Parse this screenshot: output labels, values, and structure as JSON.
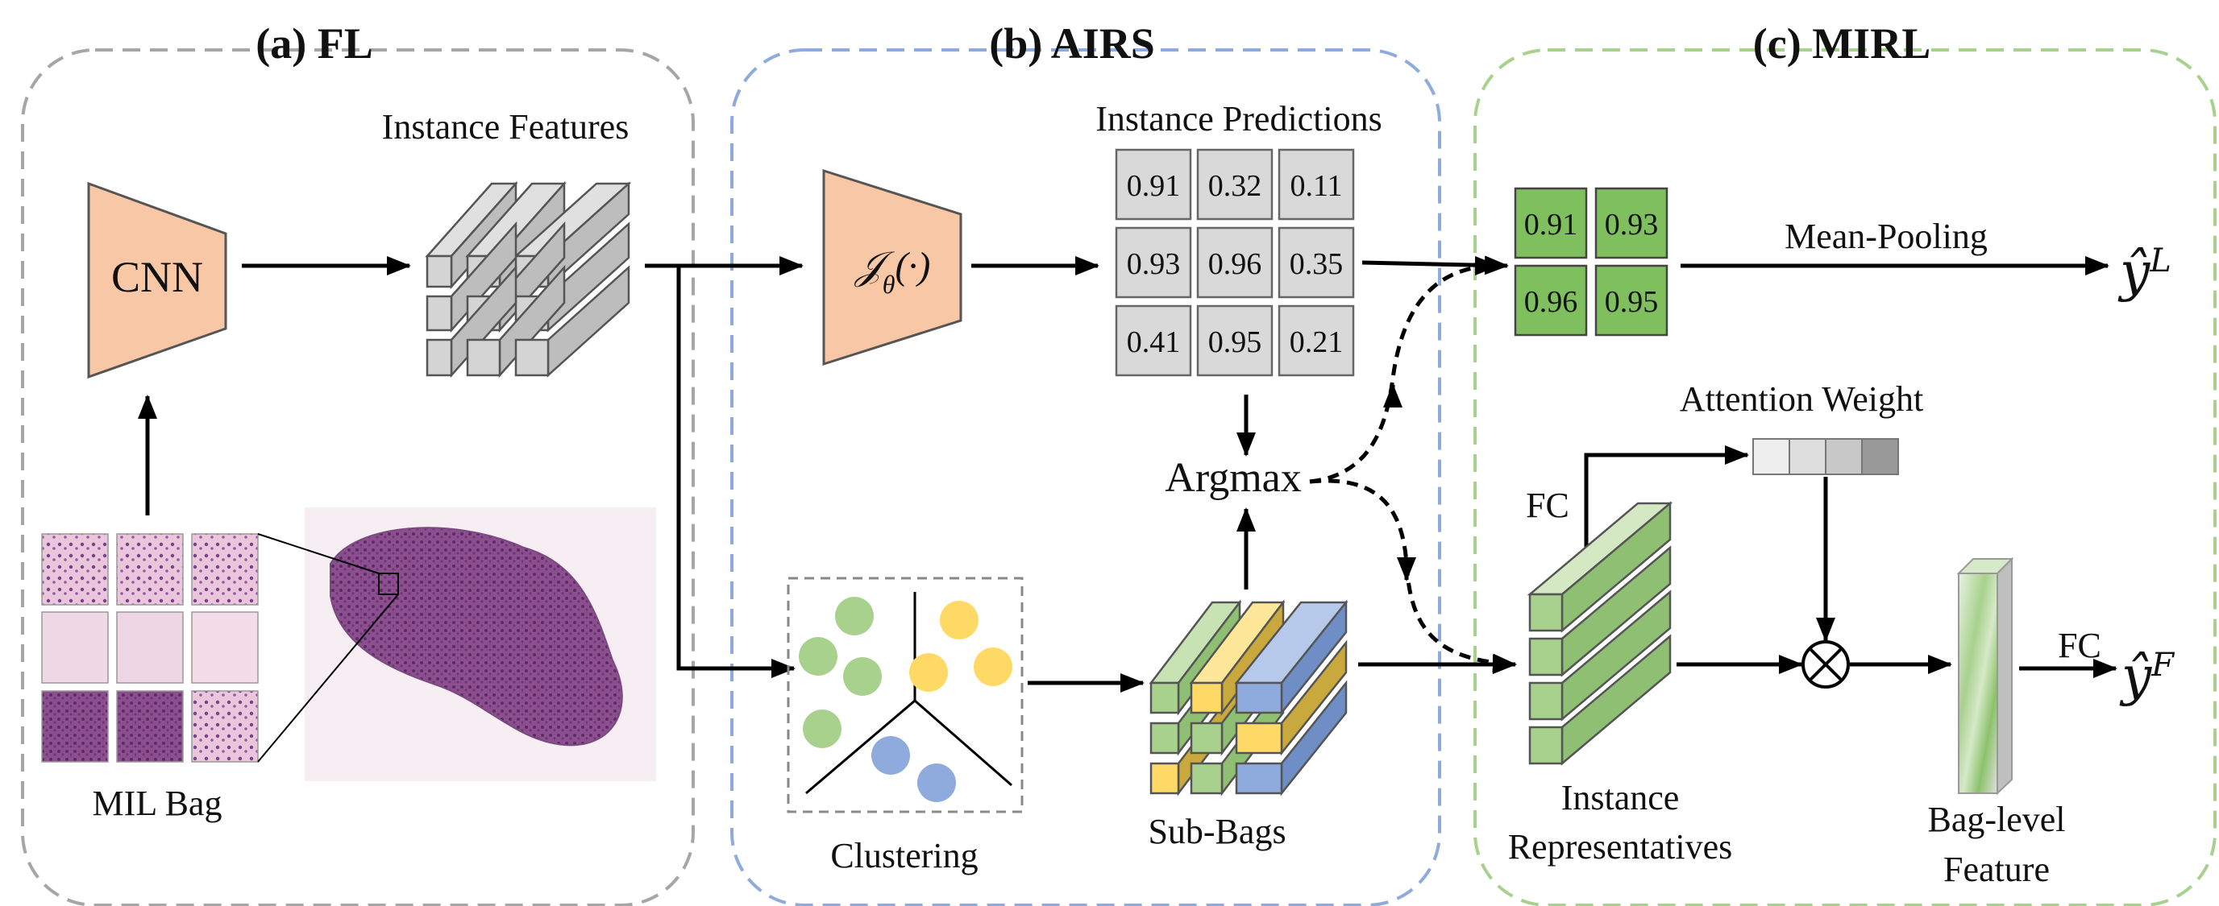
{
  "sections": {
    "fl_title": "(a) FL",
    "airs_title": "(b) AIRS",
    "mirl_title": "(c) MIRL"
  },
  "fl": {
    "instance_features": "Instance Features",
    "cnn": "CNN",
    "mil_bag": "MIL Bag"
  },
  "airs": {
    "instance_predictions": "Instance Predictions",
    "predictions": [
      [
        "0.91",
        "0.32",
        "0.11"
      ],
      [
        "0.93",
        "0.96",
        "0.35"
      ],
      [
        "0.41",
        "0.95",
        "0.21"
      ]
    ],
    "argmax": "Argmax",
    "clustering": "Clustering",
    "sub_bags": "Sub-Bags"
  },
  "mirl": {
    "selected": [
      [
        "0.91",
        "0.93"
      ],
      [
        "0.96",
        "0.95"
      ]
    ],
    "mean_pooling": "Mean-Pooling",
    "attention_weight": "Attention Weight",
    "fc_top": "FC",
    "fc_right": "FC",
    "instance_reps_line1": "Instance",
    "instance_reps_line2": "Representatives",
    "bag_feature_line1": "Bag-level",
    "bag_feature_line2": "Feature"
  },
  "colors": {
    "salmon": "#F8C8A6",
    "green": "#A9D18E",
    "yellow": "#FFD966",
    "blue": "#8FAADC",
    "grey_box": "#D9D9D9",
    "fl_border": "#A6A6A6",
    "airs_border": "#8FAADC",
    "mirl_border": "#A9D18E"
  }
}
